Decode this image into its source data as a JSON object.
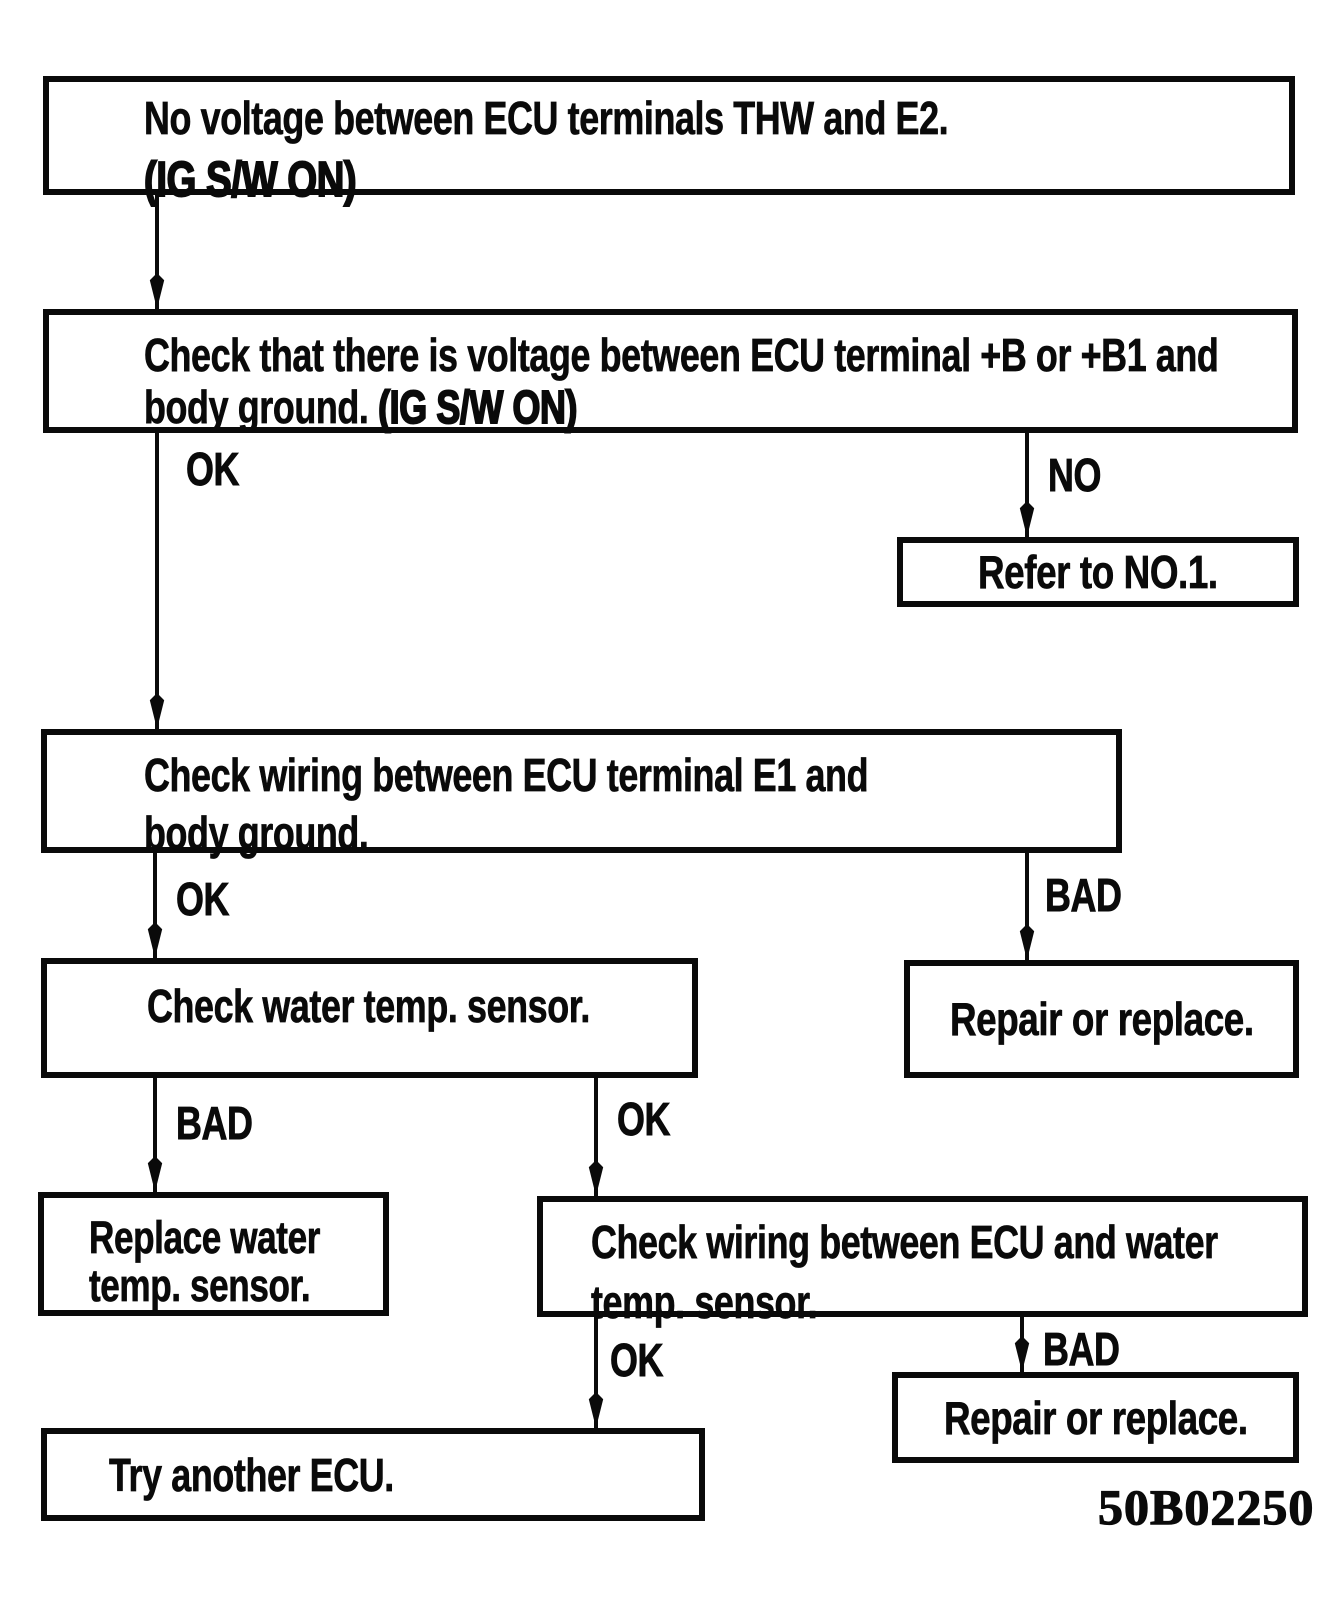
{
  "diagram": {
    "figure_code": "50B02250",
    "nodes": {
      "no_voltage": {
        "line1": "No voltage between ECU terminals THW and E2.",
        "line2": "(IG S/W ON)"
      },
      "check_voltage": {
        "line1": "Check that there is voltage between ECU terminal +B or +B1 and",
        "line2_text": "body ground. ",
        "line2_bold": "(IG S/W ON)"
      },
      "refer_no1": {
        "text": "Refer to NO.1."
      },
      "check_wiring_e1": {
        "line1": "Check wiring between ECU terminal E1 and",
        "line2": "body ground."
      },
      "check_water_temp": {
        "text": "Check water temp. sensor."
      },
      "repair_replace_1": {
        "text": "Repair or replace."
      },
      "replace_water_temp": {
        "line1": "Replace water",
        "line2": "temp. sensor."
      },
      "check_wiring_water": {
        "line1": "Check wiring between ECU and water",
        "line2": "temp. sensor."
      },
      "try_another_ecu": {
        "text": "Try another ECU."
      },
      "repair_replace_2": {
        "text": "Repair or replace."
      }
    },
    "edges": {
      "b_to_d": "OK",
      "b_to_refer": "NO",
      "d_to_e": "OK",
      "d_to_repair1": "BAD",
      "e_to_replace": "BAD",
      "e_to_wiring": "OK",
      "wiring_to_ecu": "OK",
      "wiring_to_repair2": "BAD"
    }
  }
}
